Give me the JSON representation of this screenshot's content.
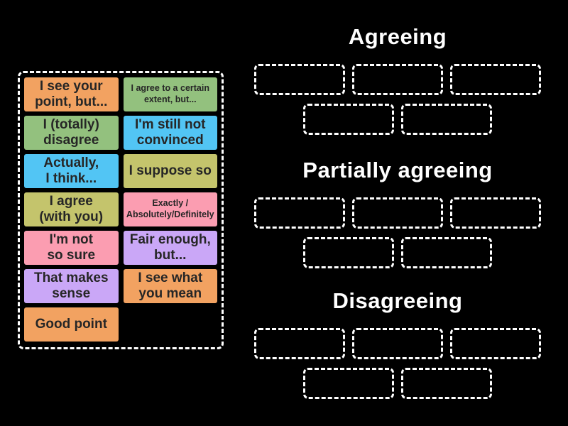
{
  "colors": {
    "background": "#000000",
    "heading_text": "#ffffff",
    "card_text": "#262626",
    "dashed_border": "#ffffff",
    "card_orange": "#F2A261",
    "card_green": "#93C17E",
    "card_blue": "#52C5F4",
    "card_olive": "#C4C46C",
    "card_pink": "#FB9DB1",
    "card_purple": "#CAA7F7"
  },
  "tray": {
    "cards": [
      {
        "label": "I see your\npoint, but...",
        "color": "#F2A261",
        "text_size": "normal"
      },
      {
        "label": "I agree to a certain\nextent, but...",
        "color": "#93C17E",
        "text_size": "small"
      },
      {
        "label": "I (totally)\ndisagree",
        "color": "#93C17E",
        "text_size": "normal"
      },
      {
        "label": "I'm still not\nconvinced",
        "color": "#52C5F4",
        "text_size": "normal"
      },
      {
        "label": "Actually,\nI think...",
        "color": "#52C5F4",
        "text_size": "normal"
      },
      {
        "label": "I suppose so",
        "color": "#C4C46C",
        "text_size": "normal"
      },
      {
        "label": "I agree\n(with you)",
        "color": "#C4C46C",
        "text_size": "normal"
      },
      {
        "label": "Exactly /\nAbsolutely/Definitely",
        "color": "#FB9DB1",
        "text_size": "small"
      },
      {
        "label": "I'm not\nso sure",
        "color": "#FB9DB1",
        "text_size": "normal"
      },
      {
        "label": "Fair enough,\nbut...",
        "color": "#CAA7F7",
        "text_size": "normal"
      },
      {
        "label": "That makes\nsense",
        "color": "#CAA7F7",
        "text_size": "normal"
      },
      {
        "label": "I see what\nyou mean",
        "color": "#F2A261",
        "text_size": "normal"
      },
      {
        "label": "Good point",
        "color": "#F2A261",
        "text_size": "normal"
      }
    ]
  },
  "groups": [
    {
      "title": "Agreeing",
      "empty_slots": 5
    },
    {
      "title": "Partially agreeing",
      "empty_slots": 5
    },
    {
      "title": "Disagreeing",
      "empty_slots": 5
    }
  ]
}
